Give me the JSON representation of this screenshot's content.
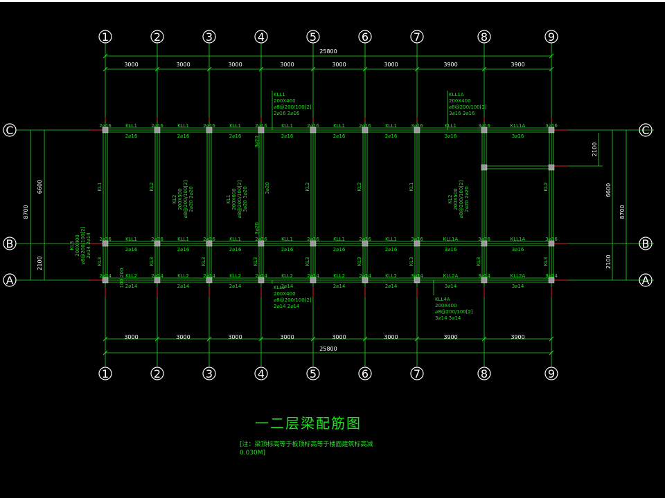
{
  "drawing_title": "一二层梁配筋图",
  "note": {
    "line1": "[注：梁顶标高等于板顶标高等于楼面建筑标高减",
    "line2": "0.030M]"
  },
  "grid_columns": [
    "1",
    "2",
    "3",
    "4",
    "5",
    "6",
    "7",
    "8",
    "9"
  ],
  "grid_rows": [
    "C",
    "B",
    "A"
  ],
  "spans": [
    "3000",
    "3000",
    "3000",
    "3000",
    "3000",
    "3000",
    "3900",
    "3900"
  ],
  "overall_length": "25800",
  "row_dims": {
    "cb": "6600",
    "ba": "2100",
    "total": "8700",
    "right_cut": "2100"
  },
  "colors": {
    "background": "#000000",
    "line": "#22e022",
    "text": "#ffffff",
    "annotation": "#22e022",
    "axis_stub": "#e02020",
    "column": "#9a9a9a"
  },
  "beams_c": {
    "names": [
      "KLL1",
      "KLL1",
      "KLL1",
      "KLL1",
      "KLL1",
      "KLL1",
      "KLL1",
      "KLL1A"
    ],
    "top": [
      "2⌀16",
      "2⌀16",
      "2⌀16",
      "2⌀16",
      "2⌀16",
      "2⌀16",
      "3⌀16",
      "3⌀16",
      "3⌀16"
    ],
    "bottom": [
      "2⌀16",
      "2⌀16",
      "2⌀16",
      "2⌀16",
      "2⌀16",
      "2⌀16",
      "3⌀16",
      "3⌀16"
    ]
  },
  "beams_b": {
    "names": [
      "KLL1",
      "KLL1",
      "KLL1",
      "KLL1",
      "KLL1",
      "KLL1",
      "KLL1A",
      "KLL1A"
    ],
    "top": [
      "2⌀16",
      "2⌀16",
      "2⌀16",
      "2⌀16",
      "2⌀16",
      "2⌀16",
      "3⌀16",
      "3⌀16",
      "3⌀16"
    ],
    "bottom": [
      "2⌀16",
      "2⌀16",
      "2⌀16",
      "2⌀16",
      "2⌀16",
      "2⌀16",
      "3⌀16",
      "3⌀16"
    ]
  },
  "beams_a": {
    "names": [
      "KLL2",
      "KLL2",
      "KLL2",
      "KLL2",
      "KLL2",
      "KLL2",
      "KLL2A",
      "KLL2A"
    ],
    "top": [
      "2⌀14",
      "2⌀14",
      "2⌀14",
      "2⌀14",
      "2⌀14",
      "2⌀14",
      "3⌀14",
      "3⌀14",
      "3⌀14"
    ],
    "bottom": [
      "2⌀14",
      "2⌀14",
      "2⌀14",
      "2⌀14",
      "2⌀14",
      "2⌀14",
      "3⌀14",
      "3⌀14"
    ]
  },
  "vertical_beams": {
    "cb": [
      "KL1",
      "KL2",
      "",
      "",
      "KL2",
      "KL2",
      "KL1",
      "",
      "KL2"
    ],
    "ba": [
      "KL3",
      "KL3",
      "KL3",
      "KL3",
      "KL3",
      "KL3",
      "KL3",
      "KL3",
      "KL3"
    ],
    "col4_top": "3⌀20",
    "col4_mid": "3⌀20"
  },
  "callouts": {
    "kll1_top": [
      "KLL1",
      "200X400",
      "⌀8@200/100[2]",
      "2⌀16  2⌀16"
    ],
    "kll1a_top": [
      "KLL1A",
      "200X400",
      "⌀8@200/100[2]",
      "3⌀16  3⌀16"
    ],
    "kll2_bottom": [
      "KLL2",
      "200X400",
      "⌀8@200/100[2]",
      "2⌀14  2⌀14"
    ],
    "kll4a_bottom": [
      "KLL4A",
      "200X400",
      "⌀8@200/100[2]",
      "3⌀14  3⌀14"
    ],
    "kl2_col3": [
      "KL2",
      "200X500",
      "⌀8@200/100[2]",
      "2⌀20  2⌀20"
    ],
    "kl1_col4": [
      "KL1",
      "200X600",
      "⌀8@200/100[2]",
      "3⌀20  3⌀20"
    ],
    "kl2_col7": [
      "KL2",
      "200X500",
      "⌀8@200/100[2]",
      "2⌀20  2⌀20"
    ],
    "kl3_left": [
      "KL3",
      "200X400",
      "⌀8@200/100[2]",
      "2⌀14  2⌀14"
    ]
  },
  "offset_note": "100  200"
}
